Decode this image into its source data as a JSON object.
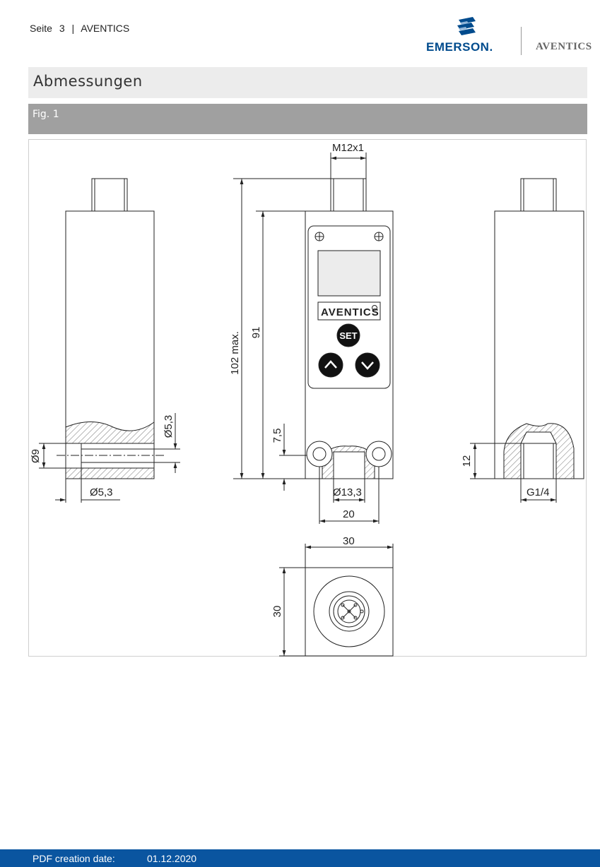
{
  "header": {
    "page_label": "Seite",
    "page_number": "3",
    "separator": "|",
    "brand": "AVENTICS"
  },
  "logos": {
    "emerson": "EMERSON.",
    "aventics": "AVENTICS"
  },
  "section": {
    "title": "Abmessungen",
    "figure_label": "Fig. 1"
  },
  "drawing": {
    "device_brand": "AVENTICS",
    "set_button": "SET",
    "dimensions": {
      "thread_top": "M12x1",
      "overall_height": "102 max.",
      "body_height": "91",
      "bottom_offset": "7,5",
      "port_diameter": "Ø13,3",
      "body_width": "20",
      "square_width": "30",
      "square_height": "30",
      "side_hole_diameter": "Ø9",
      "side_bore_diameter": "Ø5,3",
      "side_bore_vertical": "Ø5,3",
      "thread_depth": "12",
      "thread_size": "G1/4"
    }
  },
  "footer": {
    "label": "PDF creation date:",
    "date": "01.12.2020"
  },
  "colors": {
    "footer_bg": "#0a55a0",
    "section_bg": "#ececec",
    "fig_bar_bg": "#a0a0a0",
    "emerson_blue": "#004b8d"
  }
}
